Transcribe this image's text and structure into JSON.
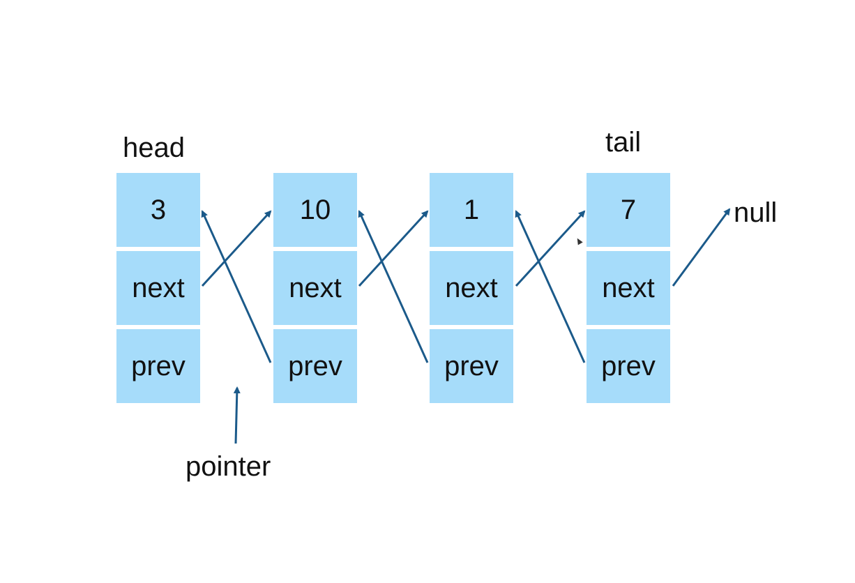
{
  "labels": {
    "head": "head",
    "tail": "tail",
    "null": "null",
    "pointer": "pointer"
  },
  "nodes": [
    {
      "value": "3",
      "next": "next",
      "prev": "prev"
    },
    {
      "value": "10",
      "next": "next",
      "prev": "prev"
    },
    {
      "value": "1",
      "next": "next",
      "prev": "prev"
    },
    {
      "value": "7",
      "next": "next",
      "prev": "prev"
    }
  ],
  "colors": {
    "cell_fill": "#a6dcfa",
    "arrow": "#1b5a8a",
    "text": "#111111"
  }
}
